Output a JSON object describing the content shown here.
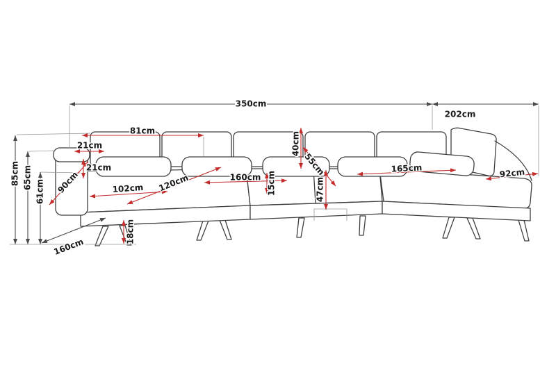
{
  "diagram": {
    "unit": "cm",
    "colors": {
      "outline": "#3f3f3f",
      "dimension_outer": "#4a4a4a",
      "dimension_inner": "#c42b2b",
      "extension": "#9a9a9a",
      "label_text": "#1a1a1a"
    },
    "labels": {
      "d350": "350cm",
      "d202": "202cm",
      "d81": "81cm",
      "d21a": "21cm",
      "d21b": "21cm",
      "d85": "85cm",
      "d65": "65cm",
      "d61": "61cm",
      "d90": "90cm",
      "d102": "102cm",
      "d120": "120cm",
      "d160a": "160cm",
      "d15": "15cm",
      "d40": "40cm",
      "d55": "55cm",
      "d47": "47cm",
      "d165": "165cm",
      "d92": "92cm",
      "d18": "18cm",
      "d160b": "160cm"
    }
  }
}
